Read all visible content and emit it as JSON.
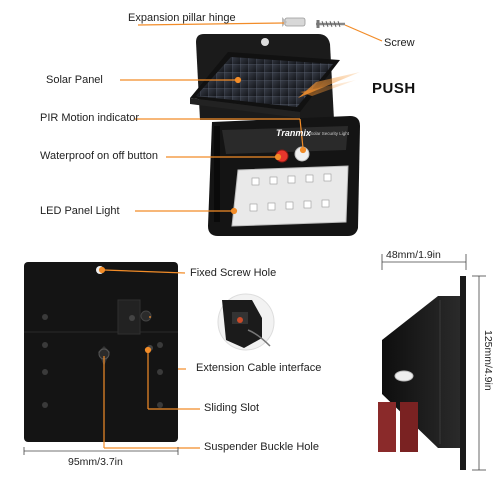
{
  "labels": {
    "expansion_hinge": "Expansion pillar hinge",
    "screw": "Screw",
    "solar_panel": "Solar Panel",
    "push": "PUSH",
    "pir": "PIR Motion indicator",
    "waterproof": "Waterproof on off button",
    "led": "LED Panel Light",
    "fixed_hole": "Fixed Screw Hole",
    "ext_cable": "Extension Cable interface",
    "sliding": "Sliding Slot",
    "suspender": "Suspender Buckle Hole"
  },
  "brand": {
    "name": "Tranmix",
    "sub": "Solar Security Light"
  },
  "dimensions": {
    "width": "95mm/3.7in",
    "depth": "48mm/1.9in",
    "height": "125mm/4.9in"
  },
  "colors": {
    "accent": "#F28C28",
    "body": "#1a1a1a"
  }
}
